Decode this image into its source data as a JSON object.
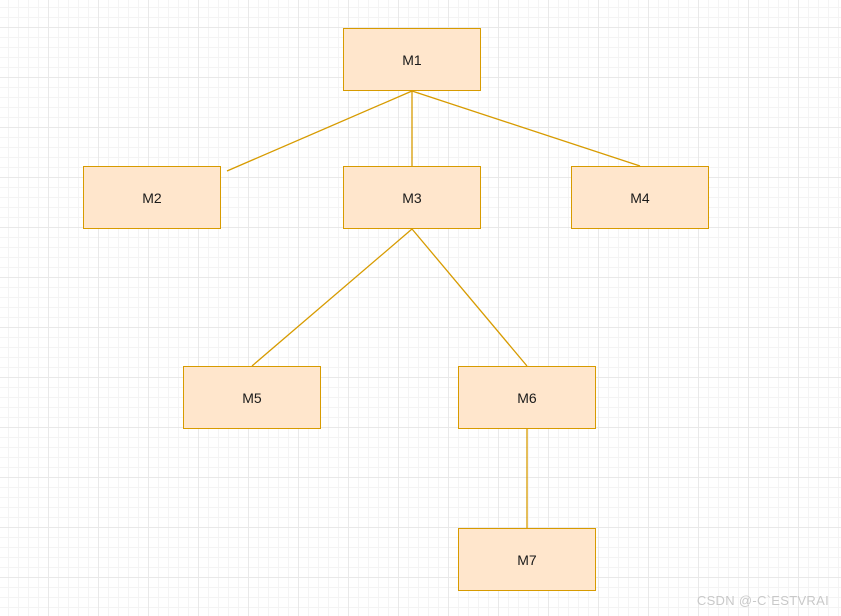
{
  "diagram": {
    "nodes": [
      {
        "id": "M1",
        "label": "M1"
      },
      {
        "id": "M2",
        "label": "M2"
      },
      {
        "id": "M3",
        "label": "M3"
      },
      {
        "id": "M4",
        "label": "M4"
      },
      {
        "id": "M5",
        "label": "M5"
      },
      {
        "id": "M6",
        "label": "M6"
      },
      {
        "id": "M7",
        "label": "M7"
      }
    ],
    "edges": [
      {
        "from": "M1",
        "to": "M2"
      },
      {
        "from": "M1",
        "to": "M3"
      },
      {
        "from": "M1",
        "to": "M4"
      },
      {
        "from": "M3",
        "to": "M5"
      },
      {
        "from": "M3",
        "to": "M6"
      },
      {
        "from": "M6",
        "to": "M7"
      }
    ],
    "colors": {
      "node_fill": "#ffe6cc",
      "node_stroke": "#d79b00",
      "edge_stroke": "#d79b00"
    }
  },
  "watermark": "CSDN @-C`ESTVRAI"
}
